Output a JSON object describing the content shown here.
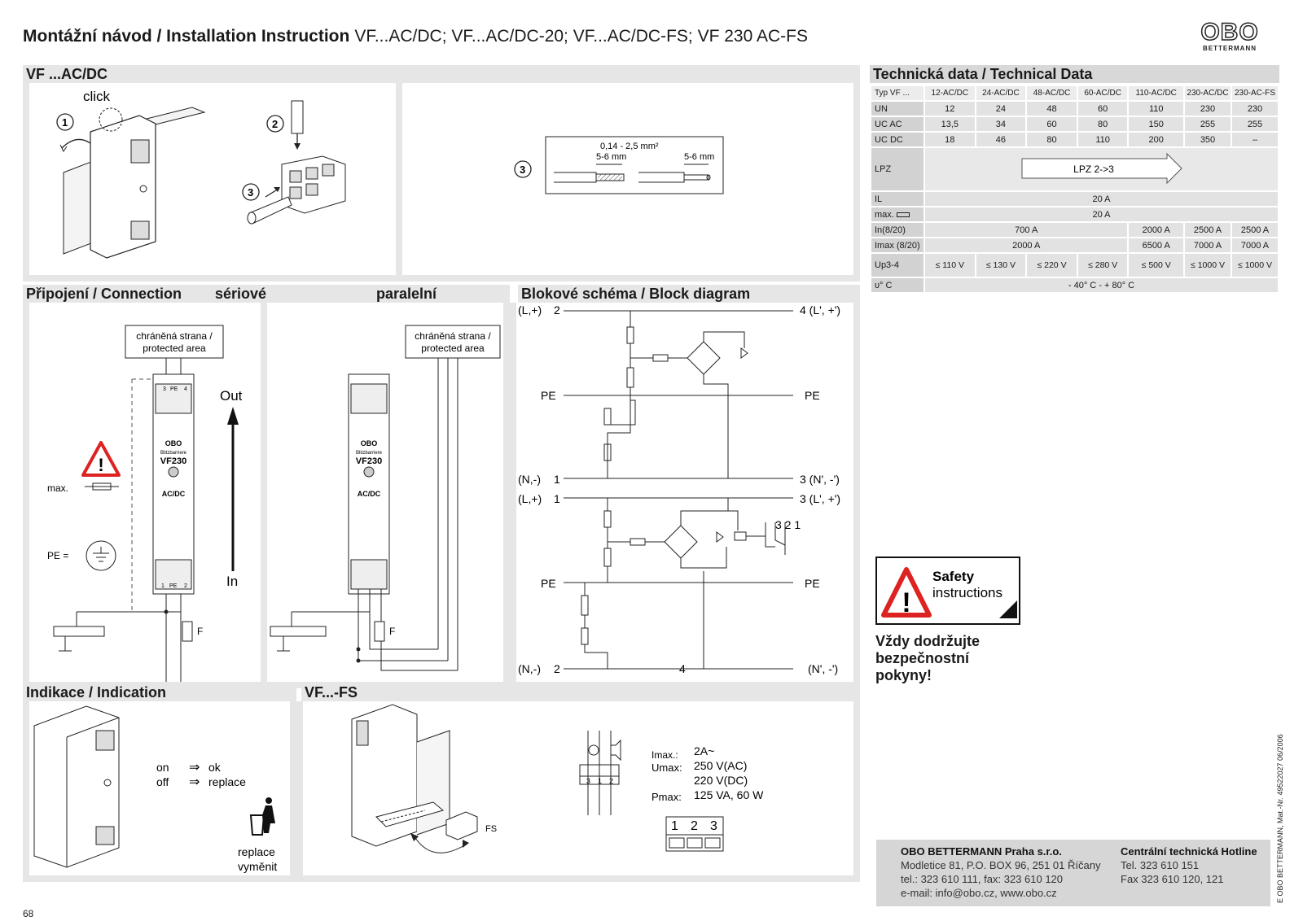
{
  "header": {
    "title_bold": "Montážní návod / Installation Instruction",
    "title_models": "VF...AC/DC; VF...AC/DC-20; VF...AC/DC-FS; VF 230 AC-FS",
    "logo_mark": "OBO",
    "logo_sub": "BETTERMANN"
  },
  "sections": {
    "vf_acdc": "VF ...AC/DC",
    "connection": "Připojení / Connection",
    "serial": "sériové",
    "parallel": "paralelní",
    "block": "Blokové schéma / Block diagram",
    "indication": "Indikace / Indication",
    "vffs": "VF...-FS"
  },
  "mounting": {
    "click": "click",
    "step1": "1",
    "step2": "2",
    "step3": "3",
    "wire_cross": "0,14 - 2,5 mm²",
    "strip_left": "5-6  mm",
    "strip_right": "5-6 mm"
  },
  "connection": {
    "protected_cz": "chráněná strana /",
    "protected_en": "protected area",
    "out": "Out",
    "in": "In",
    "max": "max.",
    "pe": "PE =",
    "fuse": "F",
    "device_brand": "OBO",
    "device_line": "Blitzbarriere",
    "device_model": "VF230",
    "device_type": "AC/DC",
    "term_top": [
      "3",
      "PE",
      "4"
    ],
    "term_bottom": [
      "1",
      "PE",
      "2"
    ]
  },
  "block": {
    "l_in": "(L,+)",
    "l_out": "4 (L', +')",
    "pe": "PE",
    "n_in": "(N,-)",
    "n_out": "3 (N', -')",
    "l_in2": "(L,+)",
    "l_out2": "3 (L', +')",
    "n_in2": "(N,-)",
    "n_out2": "(N', -')",
    "term_2": "2",
    "term_1": "1",
    "term_4": "4",
    "relay": "3 2 1"
  },
  "indication": {
    "on": "on",
    "off": "off",
    "ok": "ok",
    "replace": "replace",
    "replace_en": "replace",
    "replace_cz": "vyměnit",
    "arrow": "⇒"
  },
  "fs": {
    "imax_label": "Imax.:",
    "imax": "2A~",
    "umax_label": "Umax:",
    "umax_ac": "250 V(AC)",
    "umax_dc": "220 V(DC)",
    "pmax_label": "Pmax:",
    "pmax": "125 VA, 60 W",
    "fs_label": "FS",
    "terminals": [
      "1",
      "2",
      "3"
    ],
    "relay_terms": [
      "3",
      "1",
      "2"
    ]
  },
  "tech": {
    "title": "Technická data / Technical Data",
    "columns": [
      "Typ VF ...",
      "12-AC/DC",
      "24-AC/DC",
      "48-AC/DC",
      "60-AC/DC",
      "110-AC/DC",
      "230-AC/DC",
      "230-AC-FS"
    ],
    "un": [
      "UN",
      "12",
      "24",
      "48",
      "60",
      "110",
      "230",
      "230"
    ],
    "ucac": [
      "UC AC",
      "13,5",
      "34",
      "60",
      "80",
      "150",
      "255",
      "255"
    ],
    "ucdc": [
      "UC DC",
      "18",
      "46",
      "80",
      "110",
      "200",
      "350",
      "–"
    ],
    "lpz_label": "LPZ",
    "lpz_value": "LPZ 2->3",
    "il_label": "IL",
    "il_value": "20 A",
    "max_label": "max.",
    "max_value": "20 A",
    "in_label": "In(8/20)",
    "in_a": "700 A",
    "in_b": "2000 A",
    "in_c": "2500 A",
    "in_d": "2500 A",
    "imax_label": "Imax (8/20)",
    "imax_a": "2000 A",
    "imax_b": "6500 A",
    "imax_c": "7000 A",
    "imax_d": "7000 A",
    "up_label": "Up3-4",
    "up": [
      "≤ 110 V",
      "≤ 130 V",
      "≤ 220 V",
      "≤ 280 V",
      "≤ 500 V",
      "≤ 1000 V",
      "≤ 1000 V"
    ],
    "temp_label": "υ° C",
    "temp_value": "- 40° C - + 80° C"
  },
  "safety": {
    "box_line1": "Safety",
    "box_line2": "instructions",
    "note1": "Vždy dodržujte",
    "note2": "bezpečnostní",
    "note3": "pokyny!"
  },
  "footer": {
    "company": "OBO BETTERMANN Praha s.r.o.",
    "address": "Modletice 81, P.O. BOX 96, 251 01 Říčany",
    "phone": "tel.: 323 610 111, fax: 323 610 120",
    "email": "e-mail: info@obo.cz, www.obo.cz",
    "hotline_title": "Centrální technická Hotline",
    "hotline_tel": "Tel. 323 610 151",
    "hotline_fax": "Fax 323 610 120, 121"
  },
  "side_text": "E  OBO BETTERMANN,   Mat.-Nr. 49522027 06/2006",
  "page_number": "68"
}
